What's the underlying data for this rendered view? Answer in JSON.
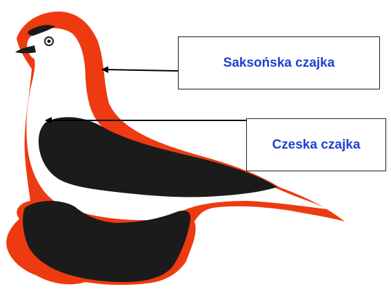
{
  "labels": {
    "saksonska": "Saksońska czajka",
    "czeska": "Czeska czajka"
  },
  "colors": {
    "outline_red": "#ee3a10",
    "body_black": "#1b1b1b",
    "label_text_blue": "#1f3fd0",
    "arrow": "#000000",
    "background": "#ffffff"
  },
  "icons": {
    "subject": "pigeon-illustration"
  }
}
